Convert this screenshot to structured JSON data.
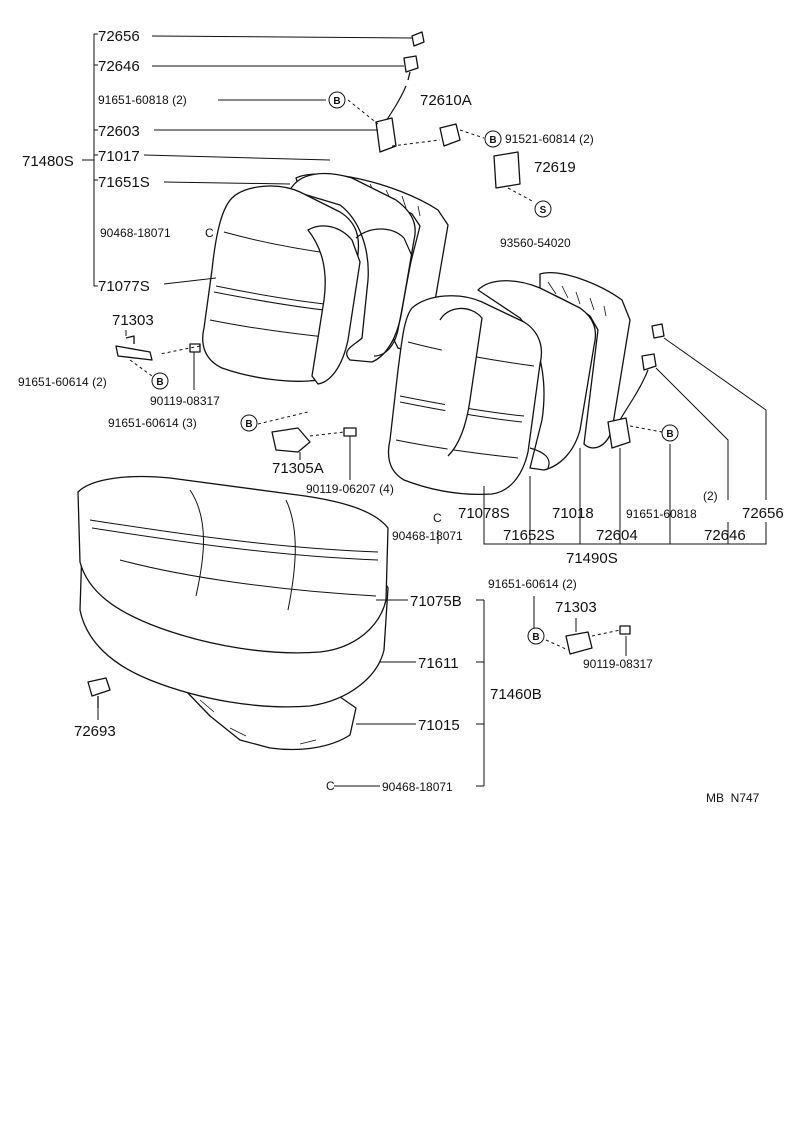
{
  "labels": {
    "p72656_a": "72656",
    "p72646_a": "72646",
    "p91651_60818_a": "91651-60818 (2)",
    "p72610A": "72610A",
    "p72603": "72603",
    "p91521_60814": "91521-60814 (2)",
    "p71480S": "71480S",
    "p71017": "71017",
    "p72619": "72619",
    "p71651S": "71651S",
    "p90468_a": "90468-18071",
    "p93560": "93560-54020",
    "p71077S": "71077S",
    "p71303_a": "71303",
    "p91651_60614_a": "91651-60614 (2)",
    "p90119_08317_a": "90119-08317",
    "p91651_60614_b": "91651-60614 (3)",
    "p71305A": "71305A",
    "p90119_06207": "90119-06207 (4)",
    "p90468_b": "90468-18071",
    "p71078S": "71078S",
    "p71652S": "71652S",
    "p71018": "71018",
    "p72604": "72604",
    "p91651_60818_b": "91651-60818",
    "p91651_60818_b_qty": "(2)",
    "p72646_b": "72646",
    "p72656_b": "72656",
    "p71490S": "71490S",
    "p91651_60614_c": "91651-60614 (2)",
    "p71303_b": "71303",
    "p90119_08317_b": "90119-08317",
    "p71075B": "71075B",
    "p71611": "71611",
    "p71460B": "71460B",
    "p71015": "71015",
    "p72693": "72693",
    "p90468_c": "90468-18071",
    "footer_code": "MB  N747"
  },
  "symbols": {
    "b": "B",
    "s": "S",
    "c": "C"
  }
}
